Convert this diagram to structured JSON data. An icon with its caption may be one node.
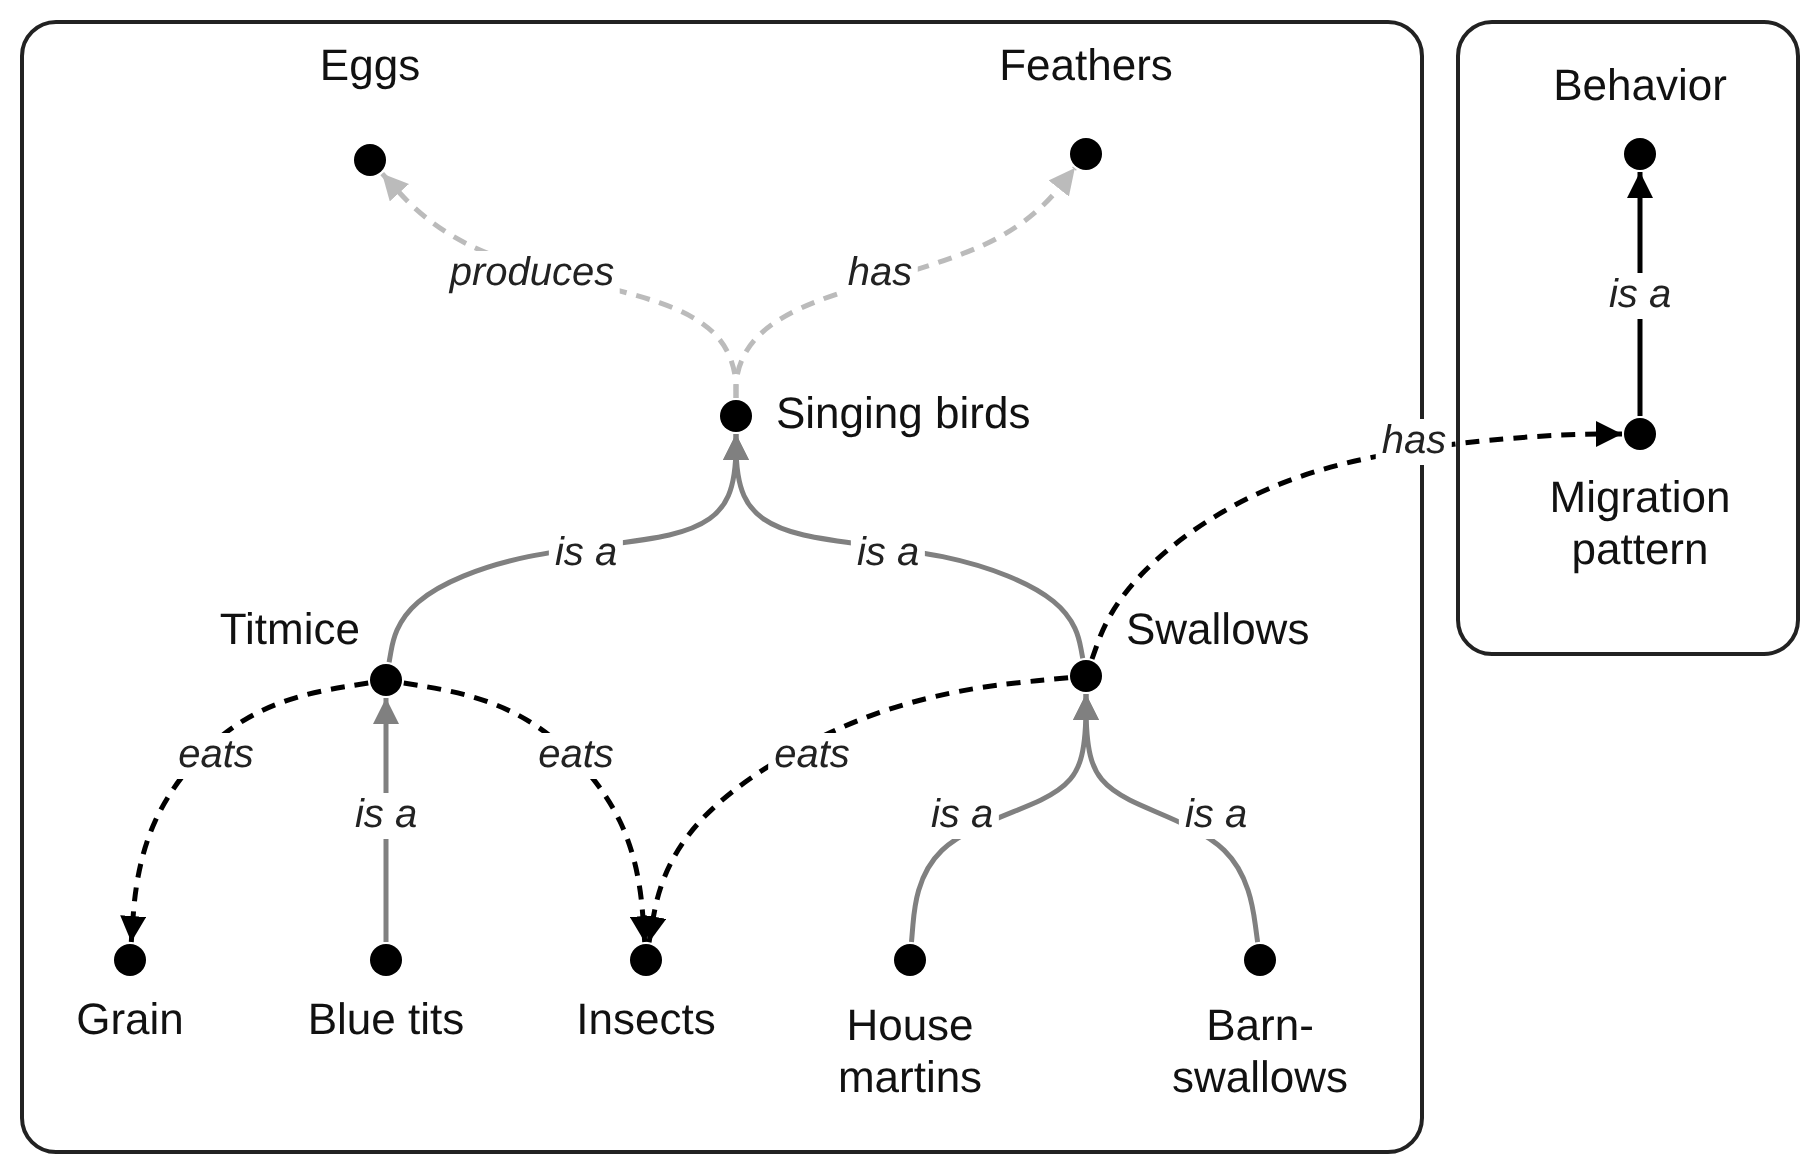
{
  "diagram": {
    "nodes": [
      {
        "text": [],
        "shape": "box"
      },
      {
        "text": [],
        "shape": "circle",
        "beside": [
          "Eggs"
        ],
        "in": 0
      },
      {
        "text": [],
        "shape": "circle",
        "beside": [
          "Feathers"
        ],
        "in": 0
      },
      {
        "text": [],
        "shape": "circle",
        "beside": [
          "Singing birds"
        ],
        "in": 0
      },
      {
        "text": [],
        "shape": "circle",
        "beside": [
          "Titmice"
        ],
        "in": 0
      },
      {
        "text": [],
        "shape": "circle",
        "beside": [
          "Swallows"
        ],
        "in": 0
      },
      {
        "text": [],
        "shape": "circle",
        "beside": [
          "Grain"
        ],
        "in": 0
      },
      {
        "text": [],
        "shape": "circle",
        "beside": [
          "Blue tits"
        ],
        "in": 0
      },
      {
        "text": [],
        "shape": "circle",
        "beside": [
          "Insects"
        ],
        "in": 0
      },
      {
        "text": [],
        "shape": "circle",
        "beside": [
          "House martins"
        ],
        "in": 0
      },
      {
        "text": [],
        "shape": "circle",
        "beside": [
          "Barn- swallows"
        ],
        "in": 0
      },
      {
        "text": [],
        "shape": "box"
      },
      {
        "text": [],
        "shape": "circle",
        "beside": [
          "Behavior"
        ],
        "in": 11
      },
      {
        "text": [],
        "shape": "circle",
        "beside": [
          "Migration pattern"
        ],
        "in": 11
      }
    ],
    "edges": [
      {
        "from": 3,
        "to": 1,
        "arrow": "to",
        "label": "produces",
        "style": "dashed",
        "color": "#bbbbbb"
      },
      {
        "from": 3,
        "to": 2,
        "arrow": "to",
        "label": "has",
        "style": "dashed",
        "color": "#bbbbbb"
      },
      {
        "from": 4,
        "to": 3,
        "arrow": "to",
        "label": "is a",
        "color": "#808080"
      },
      {
        "from": 5,
        "to": 3,
        "arrow": "to",
        "label": "is a",
        "color": "#808080"
      },
      {
        "from": 5,
        "to": 13,
        "arrow": "to",
        "label": "has",
        "style": "dashed",
        "color": "#000000"
      },
      {
        "from": 13,
        "to": 12,
        "arrow": "to",
        "label": "is a",
        "color": "#000000"
      },
      {
        "from": 4,
        "to": 6,
        "arrow": "to",
        "label": "eats",
        "style": "dashed",
        "color": "#000000"
      },
      {
        "from": 4,
        "to": 8,
        "arrow": "to",
        "label": "eats",
        "style": "dashed",
        "color": "#000000"
      },
      {
        "from": 5,
        "to": 8,
        "arrow": "to",
        "label": "eats",
        "style": "dashed",
        "color": "#000000"
      },
      {
        "from": 7,
        "to": 4,
        "arrow": "to",
        "label": "is a",
        "color": "#808080"
      },
      {
        "from": 9,
        "to": 5,
        "arrow": "to",
        "label": "is a",
        "color": "#808080"
      },
      {
        "from": 10,
        "to": 5,
        "arrow": "to",
        "label": "is a",
        "color": "#808080"
      }
    ]
  }
}
